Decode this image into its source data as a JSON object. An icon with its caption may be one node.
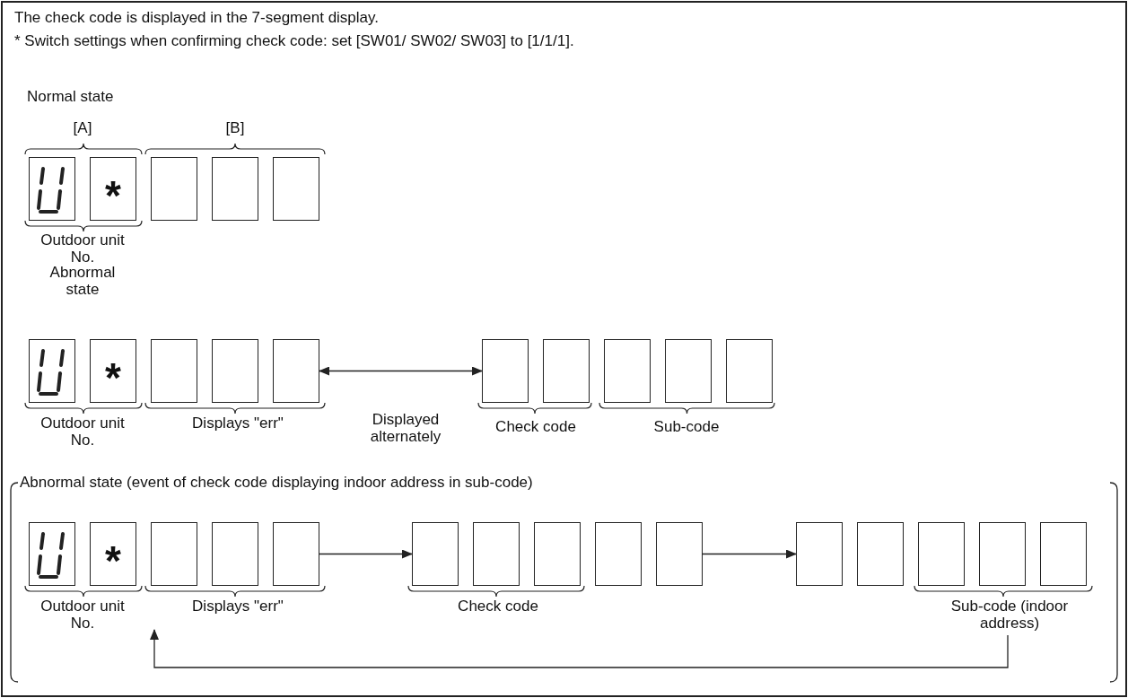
{
  "diagram": {
    "nodes": [
      {
        "text": [],
        "shape": "box"
      },
      {
        "text": [
          "*"
        ]
      },
      {
        "text": [],
        "shape": "box"
      },
      {
        "text": [],
        "shape": "box"
      },
      {
        "text": [],
        "shape": "box"
      },
      {
        "text": [],
        "shape": "box"
      },
      {
        "text": [
          "*"
        ]
      },
      {
        "text": [],
        "shape": "box"
      },
      {
        "text": [],
        "shape": "box"
      },
      {
        "text": [],
        "shape": "box"
      },
      {
        "text": [],
        "shape": "box"
      },
      {
        "text": [],
        "shape": "box"
      },
      {
        "text": [],
        "shape": "box"
      },
      {
        "text": [],
        "shape": "box"
      },
      {
        "text": [],
        "shape": "box"
      },
      {
        "text": [],
        "shape": "box"
      },
      {
        "text": [
          "*"
        ]
      },
      {
        "text": [],
        "shape": "box"
      },
      {
        "text": [],
        "shape": "box"
      },
      {
        "text": [],
        "shape": "box"
      },
      {
        "text": [],
        "shape": "box"
      },
      {
        "text": [],
        "shape": "box"
      },
      {
        "text": [],
        "shape": "box"
      },
      {
        "text": [],
        "shape": "box"
      },
      {
        "text": [],
        "shape": "box"
      },
      {
        "text": [],
        "shape": "box"
      },
      {
        "text": [],
        "shape": "box"
      },
      {
        "text": [],
        "shape": "box"
      },
      {
        "text": [],
        "shape": "box"
      },
      {
        "text": [],
        "shape": "box"
      },
      {
        "text": [
          "Sub-code (indoor address)"
        ]
      }
    ],
    "edges": [
      {
        "from": 9,
        "to": 10,
        "arrow": "both"
      },
      {
        "from": 19,
        "to": 20,
        "arrow": "to"
      },
      {
        "from": 24,
        "to": 25,
        "arrow": "to"
      },
      {
        "from": 30,
        "to": null,
        "arrow": "to"
      }
    ],
    "labels": [
      "The check code is displayed in the 7-segment display.",
      "* Switch settings when confirming check code: set [SW01/ SW02/ SW03] to [1/1/1].",
      "Normal state",
      "[A]",
      "[B]",
      "Outdoor unit No.",
      "Abnormal state",
      "Outdoor unit No.",
      "Displays \"err\"",
      "Displayed alternately",
      "Check code",
      "Sub-code",
      "Abnormal state (event of check code displaying indoor address in sub-code)",
      "Outdoor unit No.",
      "Displays \"err\"",
      "Check code"
    ]
  }
}
